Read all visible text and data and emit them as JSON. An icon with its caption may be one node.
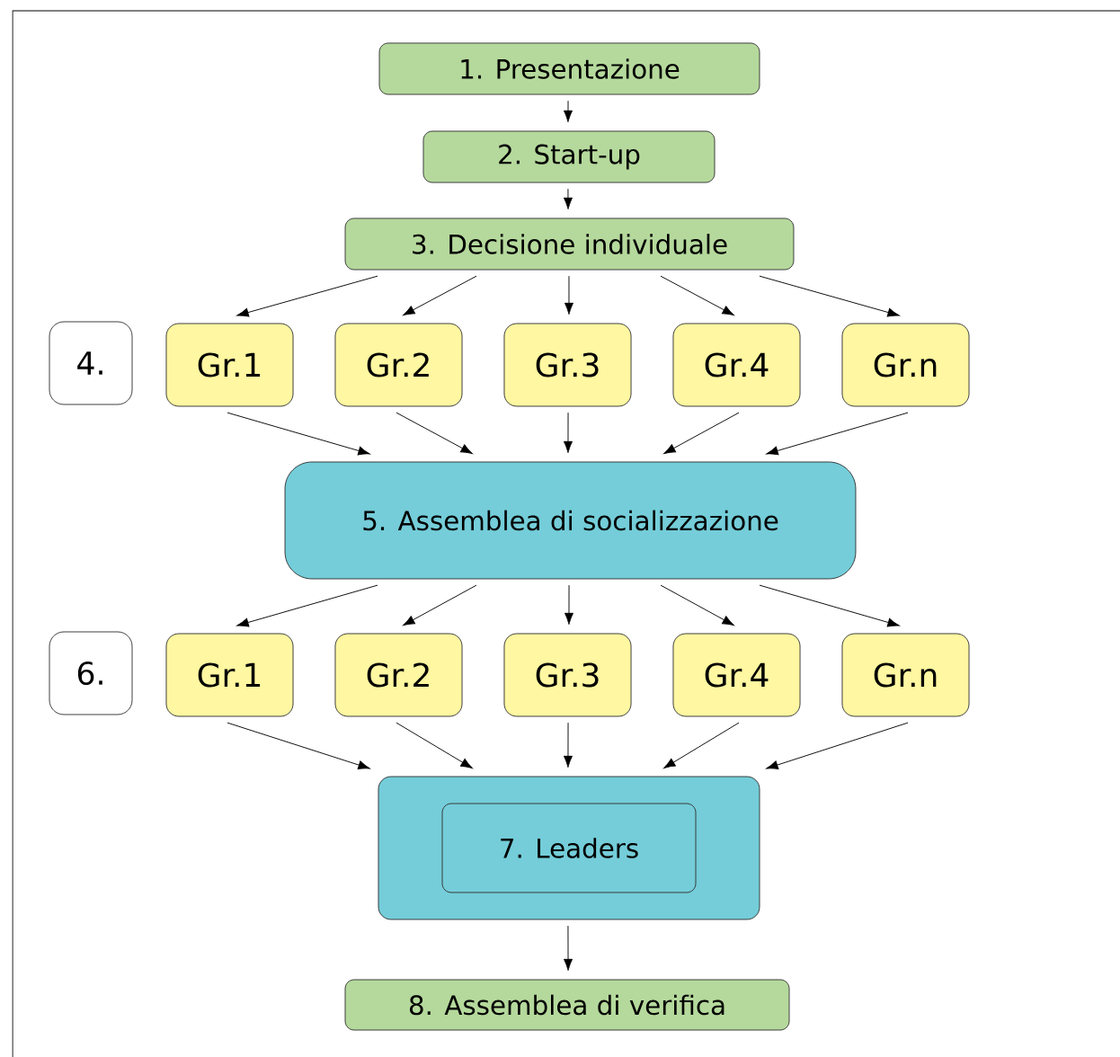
{
  "diagram": {
    "nodes": [
      {
        "text": [
          "1. Presentazione"
        ]
      },
      {
        "text": [
          "2. Start-up"
        ]
      },
      {
        "text": [
          "3. Decisione individuale"
        ]
      },
      {
        "text": [
          "4."
        ]
      },
      {
        "text": [
          "Gr.1"
        ]
      },
      {
        "text": [
          "Gr.2"
        ]
      },
      {
        "text": [
          "Gr.3"
        ]
      },
      {
        "text": [
          "Gr.4"
        ]
      },
      {
        "text": [
          "Gr.n"
        ]
      },
      {
        "text": [
          "5. Assemblea di socializzazione"
        ]
      },
      {
        "text": [
          "6."
        ]
      },
      {
        "text": [
          "Gr.1"
        ]
      },
      {
        "text": [
          "Gr.2"
        ]
      },
      {
        "text": [
          "Gr.3"
        ]
      },
      {
        "text": [
          "Gr.4"
        ]
      },
      {
        "text": [
          "Gr.n"
        ]
      },
      {
        "text": [],
        "shape": "box"
      },
      {
        "text": [
          "7. Leaders"
        ],
        "in": 16
      },
      {
        "text": [
          "8. Assemblea di verifica"
        ]
      }
    ],
    "edges": [
      {
        "from": 0,
        "to": 1,
        "arrow": "to"
      },
      {
        "from": 1,
        "to": 2,
        "arrow": "to"
      },
      {
        "from": 2,
        "to": 4,
        "arrow": "to"
      },
      {
        "from": 2,
        "to": 5,
        "arrow": "to"
      },
      {
        "from": 2,
        "to": 6,
        "arrow": "to"
      },
      {
        "from": 2,
        "to": 7,
        "arrow": "to"
      },
      {
        "from": 2,
        "to": 8,
        "arrow": "to"
      },
      {
        "from": 4,
        "to": 9,
        "arrow": "to"
      },
      {
        "from": 5,
        "to": 9,
        "arrow": "to"
      },
      {
        "from": 6,
        "to": 9,
        "arrow": "to"
      },
      {
        "from": 7,
        "to": 9,
        "arrow": "to"
      },
      {
        "from": 8,
        "to": 9,
        "arrow": "to"
      },
      {
        "from": 9,
        "to": 11,
        "arrow": "to"
      },
      {
        "from": 9,
        "to": 12,
        "arrow": "to"
      },
      {
        "from": 9,
        "to": 13,
        "arrow": "to"
      },
      {
        "from": 9,
        "to": 14,
        "arrow": "to"
      },
      {
        "from": 9,
        "to": 15,
        "arrow": "to"
      },
      {
        "from": 11,
        "to": 16,
        "arrow": "to"
      },
      {
        "from": 12,
        "to": 16,
        "arrow": "to"
      },
      {
        "from": 13,
        "to": 16,
        "arrow": "to"
      },
      {
        "from": 14,
        "to": 16,
        "arrow": "to"
      },
      {
        "from": 15,
        "to": 16,
        "arrow": "to"
      },
      {
        "from": 16,
        "to": 18,
        "arrow": "to"
      }
    ]
  }
}
